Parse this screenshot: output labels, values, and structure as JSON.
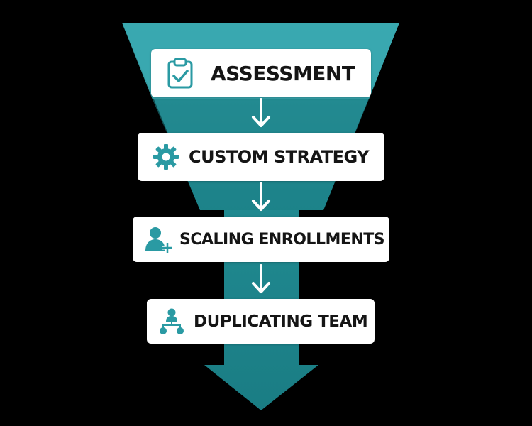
{
  "colors": {
    "background": "#000000",
    "funnel_light": "#3aa9b0",
    "funnel_dark": "#1a7f86",
    "icon": "#2a9aa3",
    "box": "#ffffff",
    "text": "#151515",
    "arrow": "#ffffff"
  },
  "stages": [
    {
      "label": "ASSESSMENT",
      "icon": "clipboard-check-icon"
    },
    {
      "label": "CUSTOM STRATEGY",
      "icon": "gear-icon"
    },
    {
      "label": "SCALING ENROLLMENTS",
      "icon": "user-add-icon"
    },
    {
      "label": "DUPLICATING TEAM",
      "icon": "team-network-icon"
    }
  ]
}
